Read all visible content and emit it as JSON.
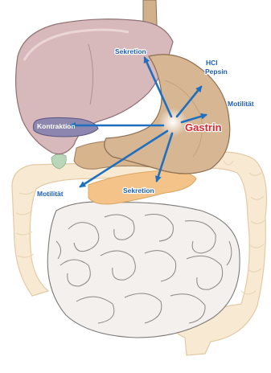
{
  "hormone": "Gastrin",
  "colors": {
    "arrow": "#1e6fbf",
    "label": "#1f5fb3",
    "center": "#d9262c",
    "liver": "#d8b9bb",
    "stomach": "#d6b693",
    "gallbladder": "#8d87b0",
    "intestine": "#f7e9d2",
    "small_intestine": "#f3f0ee",
    "pancreas": "#f3c389"
  },
  "labels": {
    "sekretion_top": "Sekretion",
    "hcl_line1": "HCl",
    "hcl_line2": "Pepsin",
    "motilitaet_right": "Motilität",
    "kontraktion": "Kontraktion",
    "motilitaet_left": "Motilität",
    "sekretion_bottom": "Sekretion"
  },
  "icons": [
    "arrow-icon"
  ]
}
